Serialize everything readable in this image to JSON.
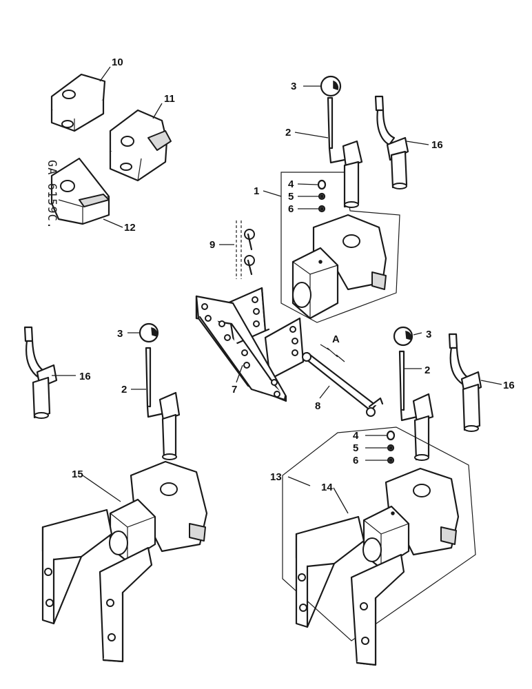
{
  "drawing_code": "GA-6159C.",
  "dimension_label": "A",
  "callouts": {
    "c1": "1",
    "c2a": "2",
    "c2b": "2",
    "c2c": "2",
    "c3a": "3",
    "c3b": "3",
    "c3c": "3",
    "c4a": "4",
    "c4b": "4",
    "c5a": "5",
    "c5b": "5",
    "c6a": "6",
    "c6b": "6",
    "c7": "7",
    "c8": "8",
    "c9": "9",
    "c10": "10",
    "c11": "11",
    "c12": "12",
    "c13": "13",
    "c14": "14",
    "c15": "15",
    "c16a": "16",
    "c16b": "16",
    "c16c": "16"
  }
}
